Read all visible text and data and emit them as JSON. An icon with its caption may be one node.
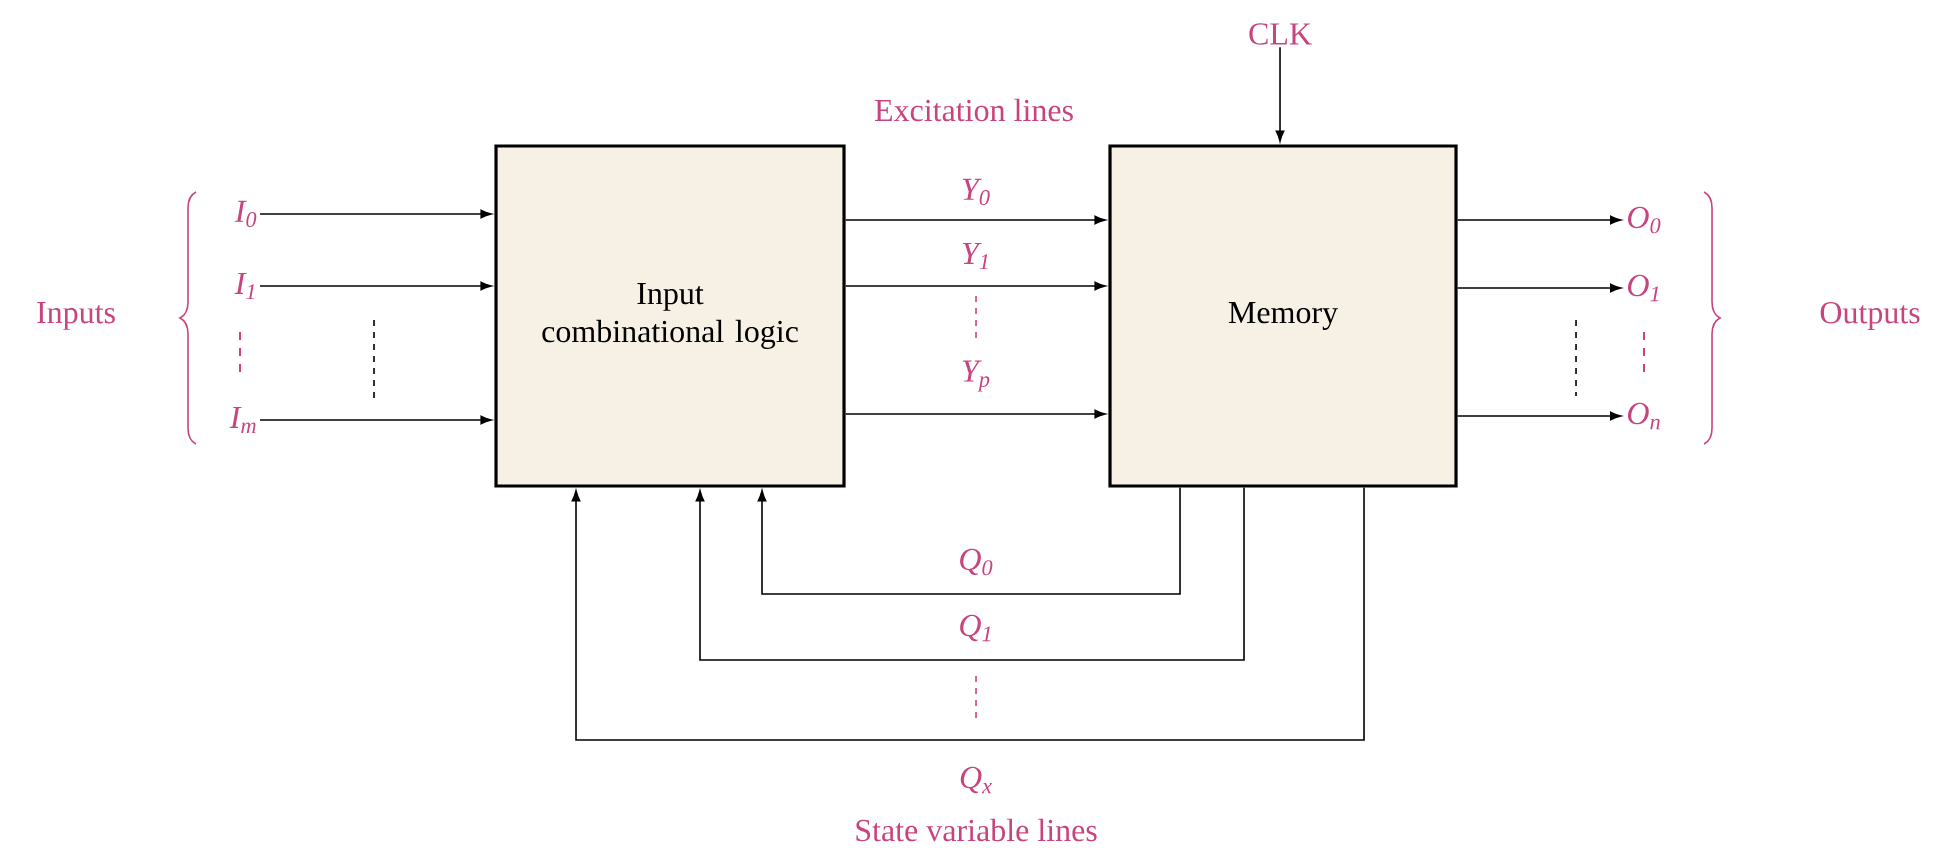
{
  "diagram": {
    "nodes": [
      {
        "text": [
          "Input combinational logic"
        ]
      },
      {
        "text": [
          "Memory"
        ]
      },
      {
        "text": [
          "I$_{0}$"
        ]
      },
      {
        "text": [
          "I$_{1}$"
        ]
      },
      {
        "text": [
          "I$_{m}$"
        ]
      },
      {
        "text": [
          "O$_{0}$"
        ]
      },
      {
        "text": [
          "O$_{1}$"
        ]
      },
      {
        "text": [
          "O$_{n}$"
        ]
      },
      {
        "text": [
          "CLK"
        ]
      }
    ],
    "edges": [
      {
        "from": 2,
        "to": 0,
        "arrow": "to"
      },
      {
        "from": 3,
        "to": 0,
        "arrow": "to"
      },
      {
        "from": 4,
        "to": 0,
        "arrow": "to"
      },
      {
        "from": 0,
        "to": 1,
        "arrow": "to",
        "label": "Y$_{0}$"
      },
      {
        "from": 0,
        "to": 1,
        "arrow": "to",
        "label": "Y$_{1}$"
      },
      {
        "from": 0,
        "to": 1,
        "arrow": "to",
        "label": "Y$_{p}$"
      },
      {
        "from": 1,
        "to": 5,
        "arrow": "to"
      },
      {
        "from": 1,
        "to": 6,
        "arrow": "to"
      },
      {
        "from": 1,
        "to": 7,
        "arrow": "to"
      },
      {
        "from": 8,
        "to": 1,
        "arrow": "to"
      },
      {
        "from": 1,
        "to": 0,
        "arrow": "to",
        "label": "Q$_{0}$"
      },
      {
        "from": 1,
        "to": 0,
        "arrow": "to",
        "label": "Q$_{1}$"
      },
      {
        "from": 1,
        "to": 0,
        "arrow": "to",
        "label": "Q$_{x}$"
      }
    ],
    "labels": [
      "Excitation lines",
      "Inputs",
      "Outputs",
      "State variable lines"
    ]
  }
}
